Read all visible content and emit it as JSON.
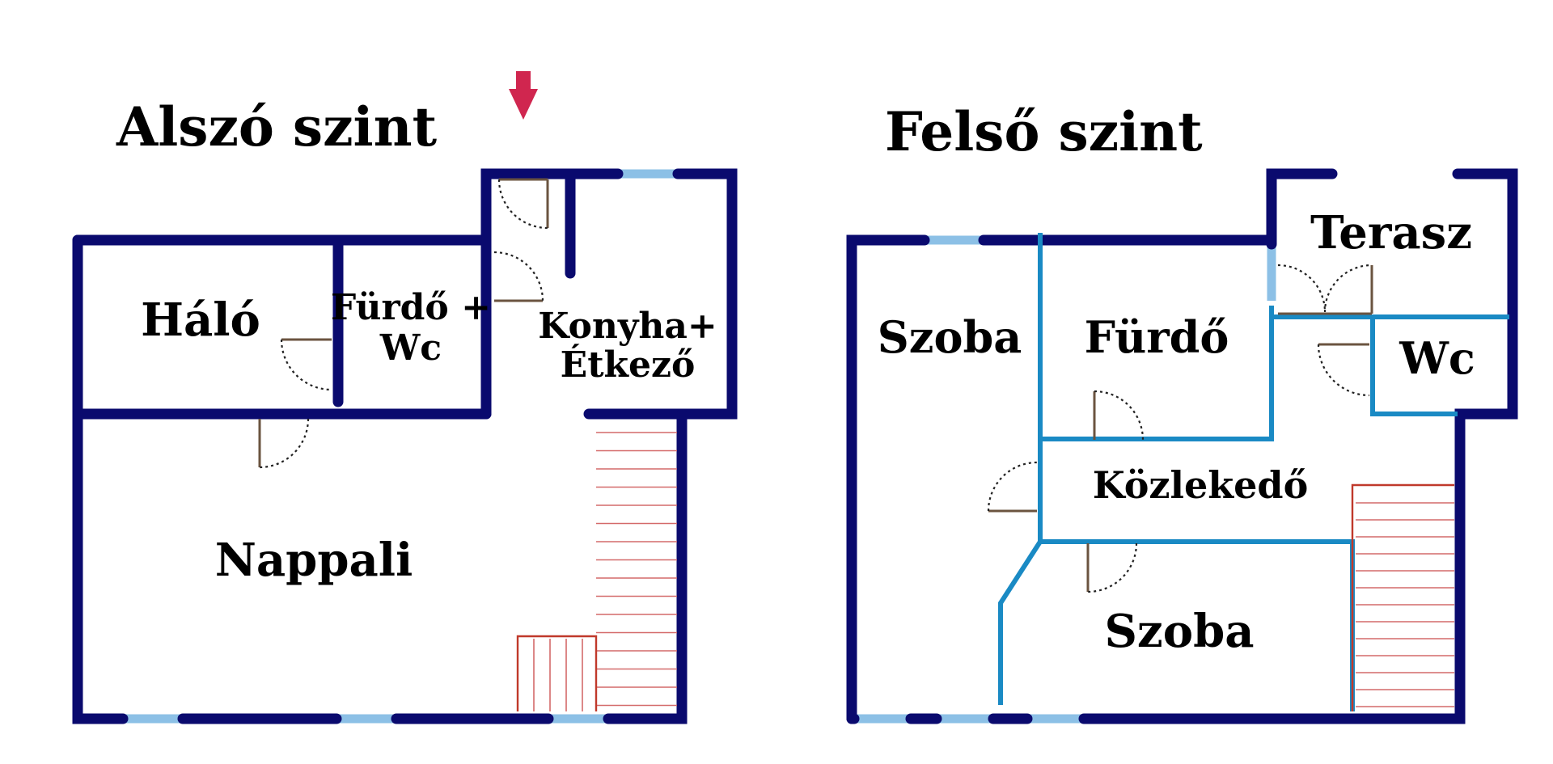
{
  "plans": {
    "lower": {
      "title": "Alszó szint",
      "rooms": {
        "halo": "Háló",
        "furdo_line1": "Fürdő +",
        "furdo_line2": "Wc",
        "konyha_line1": "Konyha+",
        "konyha_line2": "Étkező",
        "nappali": "Nappali"
      }
    },
    "upper": {
      "title": "Felső szint",
      "rooms": {
        "terasz": "Terasz",
        "szoba_left": "Szoba",
        "furdo": "Fürdő",
        "wc": "Wc",
        "kozlekedo": "Közlekedő",
        "szoba_bottom": "Szoba"
      }
    }
  },
  "colors": {
    "outer_wall": "#0a0a6e",
    "partition": "#1a8ac4",
    "window": "#8cc0e6",
    "stairs": "#c0392b",
    "entrance_arrow": "#d0264f"
  },
  "icons": {
    "entrance": "entrance-arrow-icon"
  }
}
